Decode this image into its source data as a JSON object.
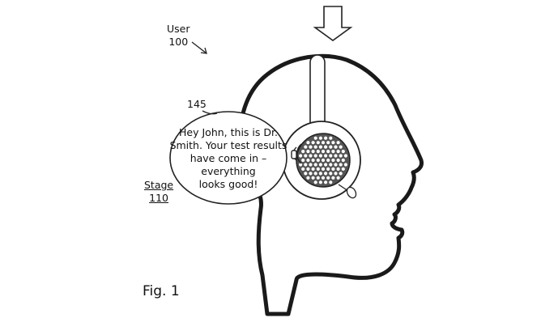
{
  "figure": {
    "user_label": [
      "User",
      "100"
    ],
    "stage_label": [
      "Stage",
      "110"
    ],
    "bubble_ref": "145",
    "bubble_lines": [
      "Hey John, this is Dr.",
      "Smith. Your test results",
      "have come in –",
      "everything",
      "looks good!"
    ],
    "fig_label": "Fig. 1"
  }
}
